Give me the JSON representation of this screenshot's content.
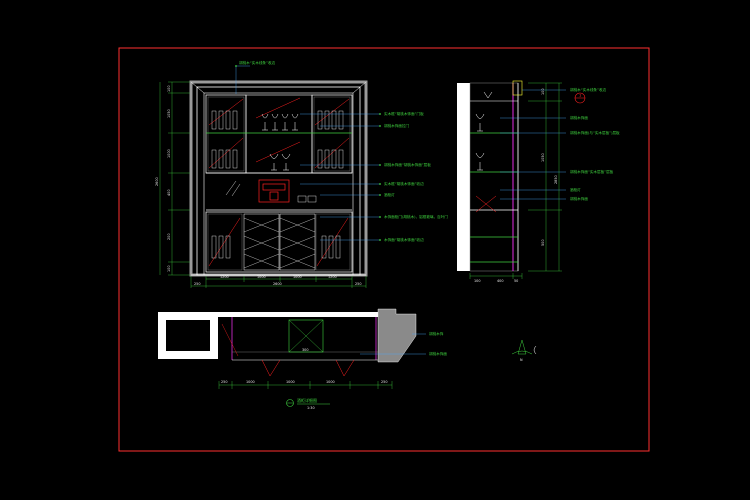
{
  "colors": {
    "background": "#000000",
    "frame": "#ff3030",
    "outline": "#ffffff",
    "green": "#3fd23f",
    "cyan": "#4aa8ff",
    "red": "#ff2020",
    "magenta": "#ff33ff",
    "yellow": "#ffff33",
    "gray": "#8a8a8a"
  },
  "icons": [
    "section-marker-icon",
    "north-arrow-icon",
    "title-marker-icon"
  ],
  "front_elevation": {
    "annotations": [
      "胡桃木“实木线条”收边",
      "实木框“胡桃木饰面”门板",
      "胡桃木饰面拉门",
      "胡桃木饰面“胡桃木饰面”层板",
      "实木框“胡桃木饰面”收边",
      "酒柜灯",
      "木饰面柜门(胡桃木)，铝框玻璃，百叶门",
      "木饰面“胡桃木饰面”收边"
    ],
    "dims_bottom": [
      "1200",
      "1000",
      "1000",
      "1200"
    ],
    "dims_overall": [
      "250",
      "2600",
      "250"
    ],
    "dims_left": [
      "100",
      "1050",
      "1000",
      "400",
      "200",
      "100"
    ],
    "dim_left_total": "2600"
  },
  "side_section": {
    "marker_label": "1",
    "annotations": [
      "胡桃木“实木线条”收边",
      "胡桃木饰面",
      "胡桃木饰面(与“实木层板”)层板",
      "胡桃木饰面“实木层板”层板",
      "酒柜灯",
      "胡桃木饰面"
    ],
    "dims_bottom": [
      "100",
      "400",
      "50"
    ],
    "dims_right": [
      "100",
      "1050",
      "2850",
      "500"
    ]
  },
  "plan": {
    "annotations": [
      "胡桃木饰",
      "胡桃木饰面"
    ],
    "center_label": "300",
    "dims_bottom": [
      "250",
      "1000",
      "1000",
      "1000",
      "250"
    ]
  },
  "north_arrow": {
    "label": "N"
  },
  "drawing_title": {
    "main": "酒柜详细图",
    "scale": "1:30"
  }
}
